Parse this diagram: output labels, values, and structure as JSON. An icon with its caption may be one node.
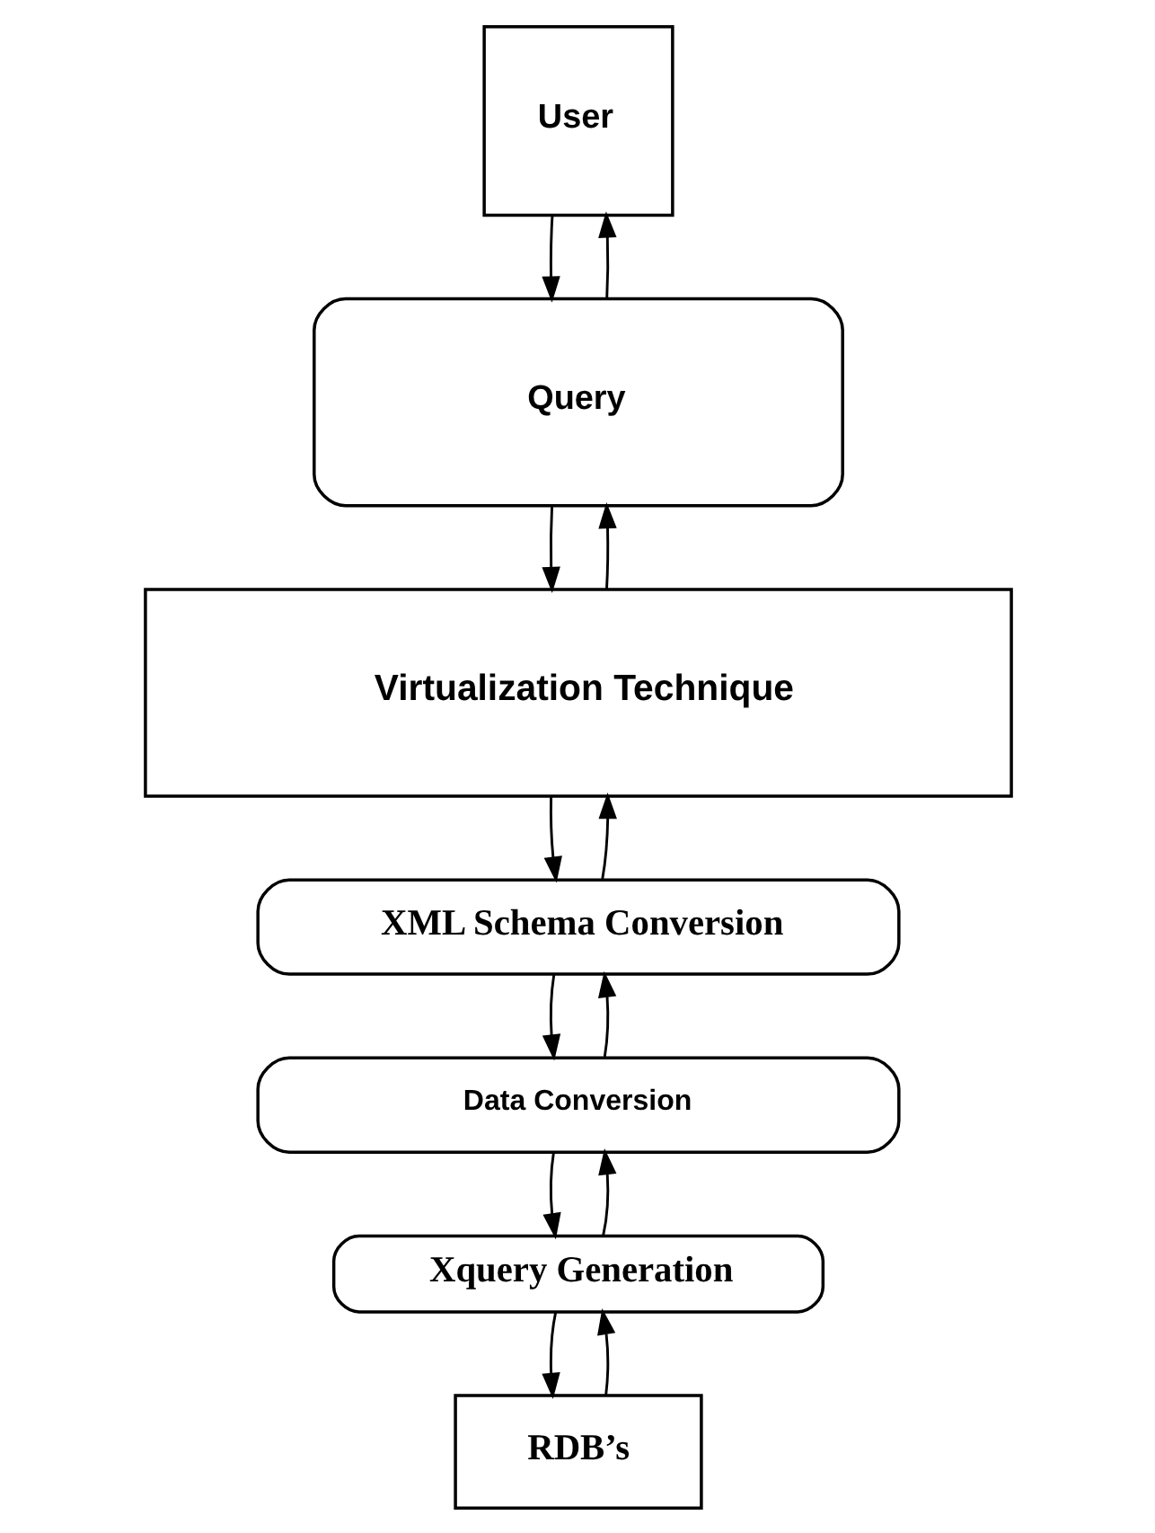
{
  "diagram": {
    "nodes": [
      {
        "text": [
          "User"
        ]
      },
      {
        "text": [
          "Query"
        ]
      },
      {
        "text": [
          "Virtualization Technique"
        ]
      },
      {
        "text": [
          "XML Schema Conversion"
        ]
      },
      {
        "text": [
          "Data Conversion"
        ]
      },
      {
        "text": [
          "Xquery Generation"
        ]
      },
      {
        "text": [
          "RDB’s"
        ]
      }
    ],
    "edges": [
      {
        "from": 1,
        "to": 0,
        "arrow": "to"
      },
      {
        "from": 0,
        "to": 1,
        "arrow": "to"
      },
      {
        "from": 1,
        "to": 2,
        "arrow": "to"
      },
      {
        "from": 2,
        "to": 1,
        "arrow": "to"
      },
      {
        "from": 2,
        "to": 3,
        "arrow": "to"
      },
      {
        "from": 3,
        "to": 2,
        "arrow": "to"
      },
      {
        "from": 3,
        "to": 4,
        "arrow": "to"
      },
      {
        "from": 4,
        "to": 3,
        "arrow": "to"
      },
      {
        "from": 4,
        "to": 5,
        "arrow": "to"
      },
      {
        "from": 5,
        "to": 4,
        "arrow": "to"
      },
      {
        "from": 5,
        "to": 6,
        "arrow": "to"
      },
      {
        "from": 6,
        "to": 5,
        "arrow": "to"
      }
    ]
  }
}
